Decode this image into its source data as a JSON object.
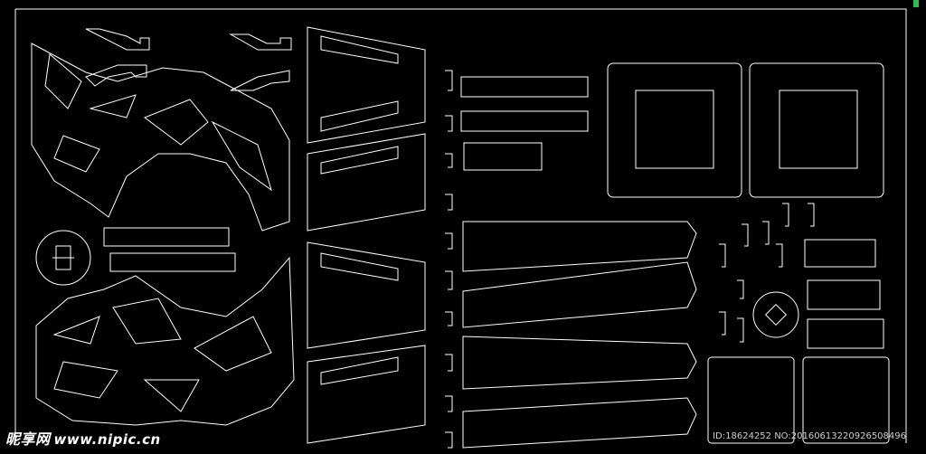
{
  "watermark": {
    "brand": "昵享网",
    "site": "www.nipic.cn"
  },
  "image_id": "ID:18624252 NO:20160613220926508496",
  "colors": {
    "background": "#000000",
    "line": "#ffffff",
    "accent": "#2dbf4a"
  }
}
